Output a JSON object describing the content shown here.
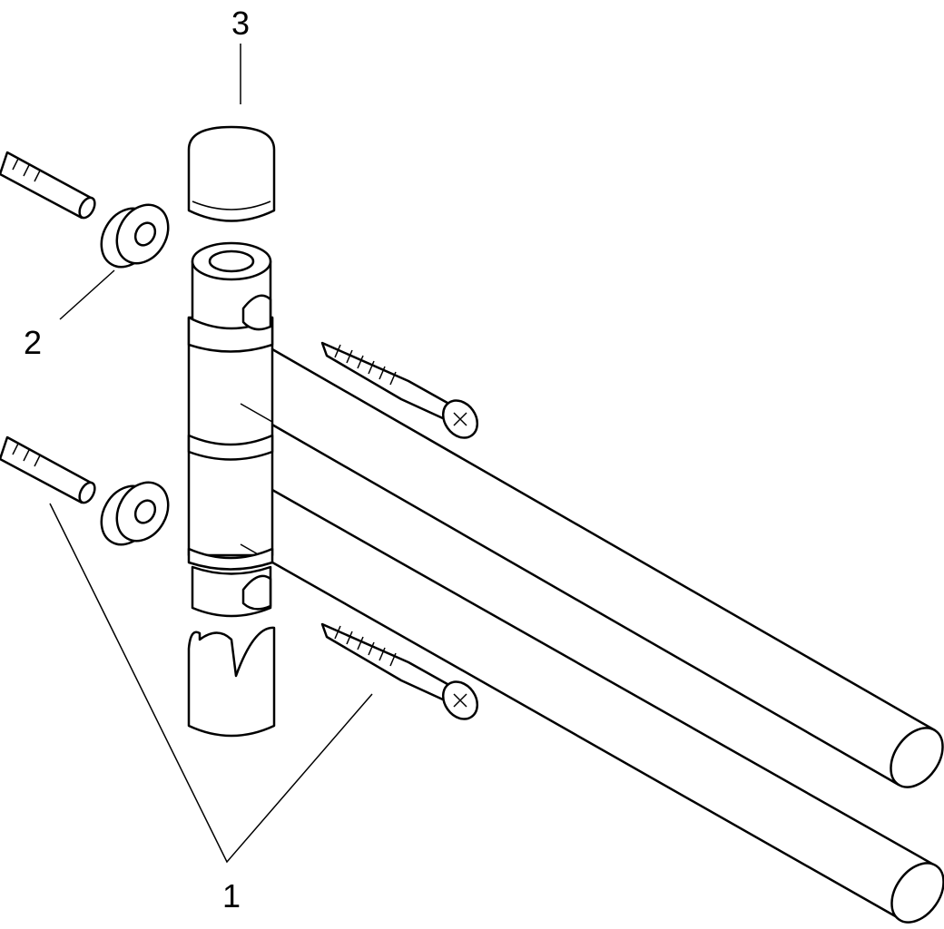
{
  "diagram": {
    "labels": {
      "part1": "1",
      "part2": "2",
      "part3": "3"
    },
    "colors": {
      "line": "#000000",
      "background": "#ffffff"
    }
  }
}
